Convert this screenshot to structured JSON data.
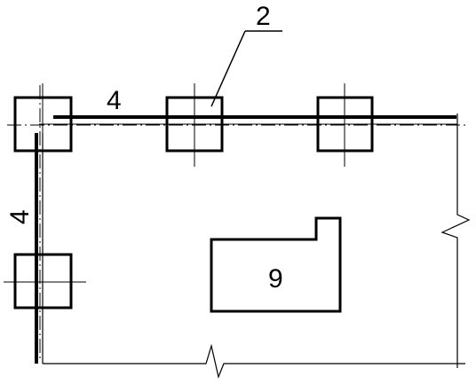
{
  "labels": {
    "callout": "2",
    "top_beam": "4",
    "left_beam": "4",
    "block": "9"
  },
  "colors": {
    "ink": "#000000",
    "background": "#ffffff"
  }
}
